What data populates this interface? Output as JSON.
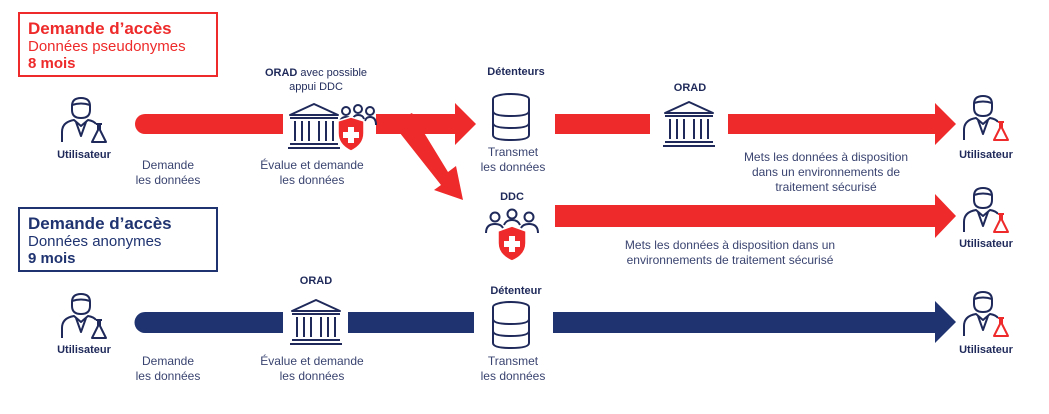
{
  "box_pseudo": {
    "title": "Demande d’accès",
    "subtitle": "Données pseudonymes",
    "duration": "8 mois"
  },
  "box_anon": {
    "title": "Demande d’accès",
    "subtitle": "Données anonymes",
    "duration": "9 mois"
  },
  "user_label": "Utilisateur",
  "top_row": {
    "demande": [
      "Demande",
      "les données"
    ],
    "orad_bold": "ORAD",
    "orad_rest": " avec possible",
    "orad_line2": "appui DDC",
    "evalue": [
      "Évalue et demande",
      "les données"
    ],
    "holders_title": "Détenteurs",
    "transmet": [
      "Transmet",
      "les données"
    ],
    "orad2_title": "ORAD",
    "met": [
      "Mets les données à disposition",
      "dans un environnements de",
      "traitement sécurisé"
    ]
  },
  "mid_row": {
    "ddc_title": "DDC",
    "met": [
      "Mets les données à disposition dans un",
      "environnements de traitement sécurisé"
    ]
  },
  "bottom_row": {
    "demande": [
      "Demande",
      "les données"
    ],
    "orad_title": "ORAD",
    "evalue": [
      "Évalue et demande",
      "les données"
    ],
    "holder_title": "Détenteur",
    "transmet": [
      "Transmet",
      "les données"
    ]
  },
  "colors": {
    "red": "#ee2a2a",
    "navy": "#1f3370",
    "text": "#1f2a5a"
  }
}
